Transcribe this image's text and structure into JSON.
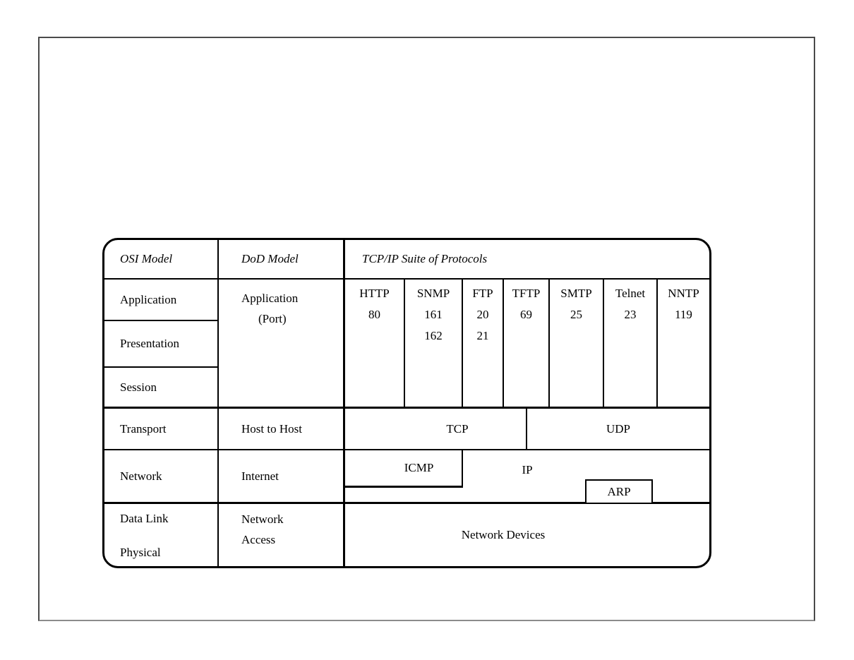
{
  "diagram": {
    "headers": {
      "osi": "OSI Model",
      "dod": "DoD Model",
      "tcpip": "TCP/IP Suite of Protocols"
    },
    "osi_layers": {
      "application": "Application",
      "presentation": "Presentation",
      "session": "Session",
      "transport": "Transport",
      "network": "Network",
      "data_link": "Data Link",
      "physical": "Physical"
    },
    "dod_layers": {
      "application_line1": "Application",
      "application_line2": "(Port)",
      "host_to_host": "Host to Host",
      "internet": "Internet",
      "network_access_line1": "Network",
      "network_access_line2": "Access"
    },
    "protocols": [
      {
        "name": "HTTP",
        "port1": "80"
      },
      {
        "name": "SNMP",
        "port1": "161",
        "port2": "162"
      },
      {
        "name": "FTP",
        "port1": "20",
        "port2": "21"
      },
      {
        "name": "TFTP",
        "port1": "69"
      },
      {
        "name": "SMTP",
        "port1": "25"
      },
      {
        "name": "Telnet",
        "port1": "23"
      },
      {
        "name": "NNTP",
        "port1": "119"
      }
    ],
    "transport_row": {
      "tcp": "TCP",
      "udp": "UDP"
    },
    "internet_row": {
      "icmp": "ICMP",
      "ip": "IP",
      "arp": "ARP"
    },
    "network_devices": "Network Devices"
  },
  "colors": {
    "table_border": "#000000",
    "page_border": "#4a4a4a",
    "background": "#ffffff",
    "text": "#000000"
  }
}
